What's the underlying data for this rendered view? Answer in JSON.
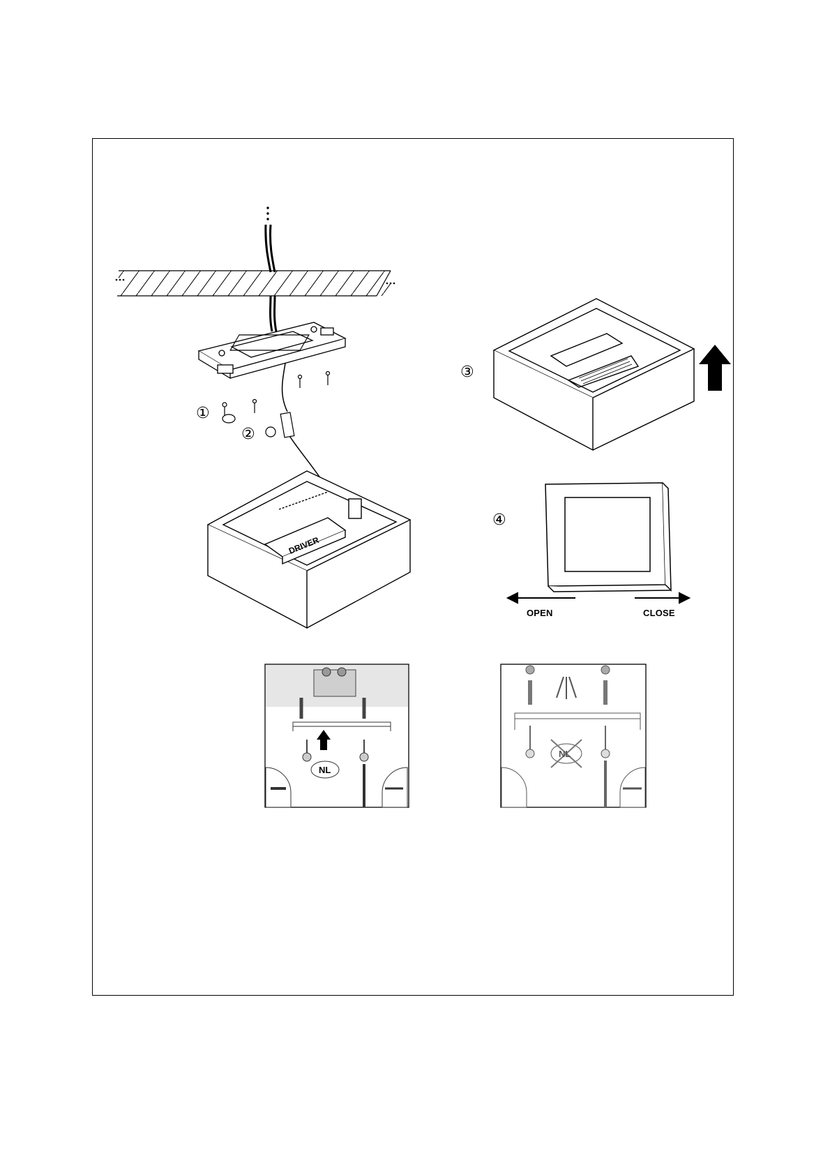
{
  "steps": {
    "step1": "①",
    "step2": "②",
    "step3": "③",
    "step4": "④"
  },
  "labels": {
    "driver": "DRIVER",
    "open": "OPEN",
    "close": "CLOSE",
    "nl_left": "NL",
    "nl_right": "NL"
  },
  "icons": [
    "ceiling-icon",
    "mounting-plate-icon",
    "screw-icon",
    "wire-connector-icon",
    "lamp-box-icon",
    "up-arrow-icon",
    "frame-icon",
    "left-arrow-icon",
    "right-arrow-icon",
    "screwdriver-icon"
  ]
}
